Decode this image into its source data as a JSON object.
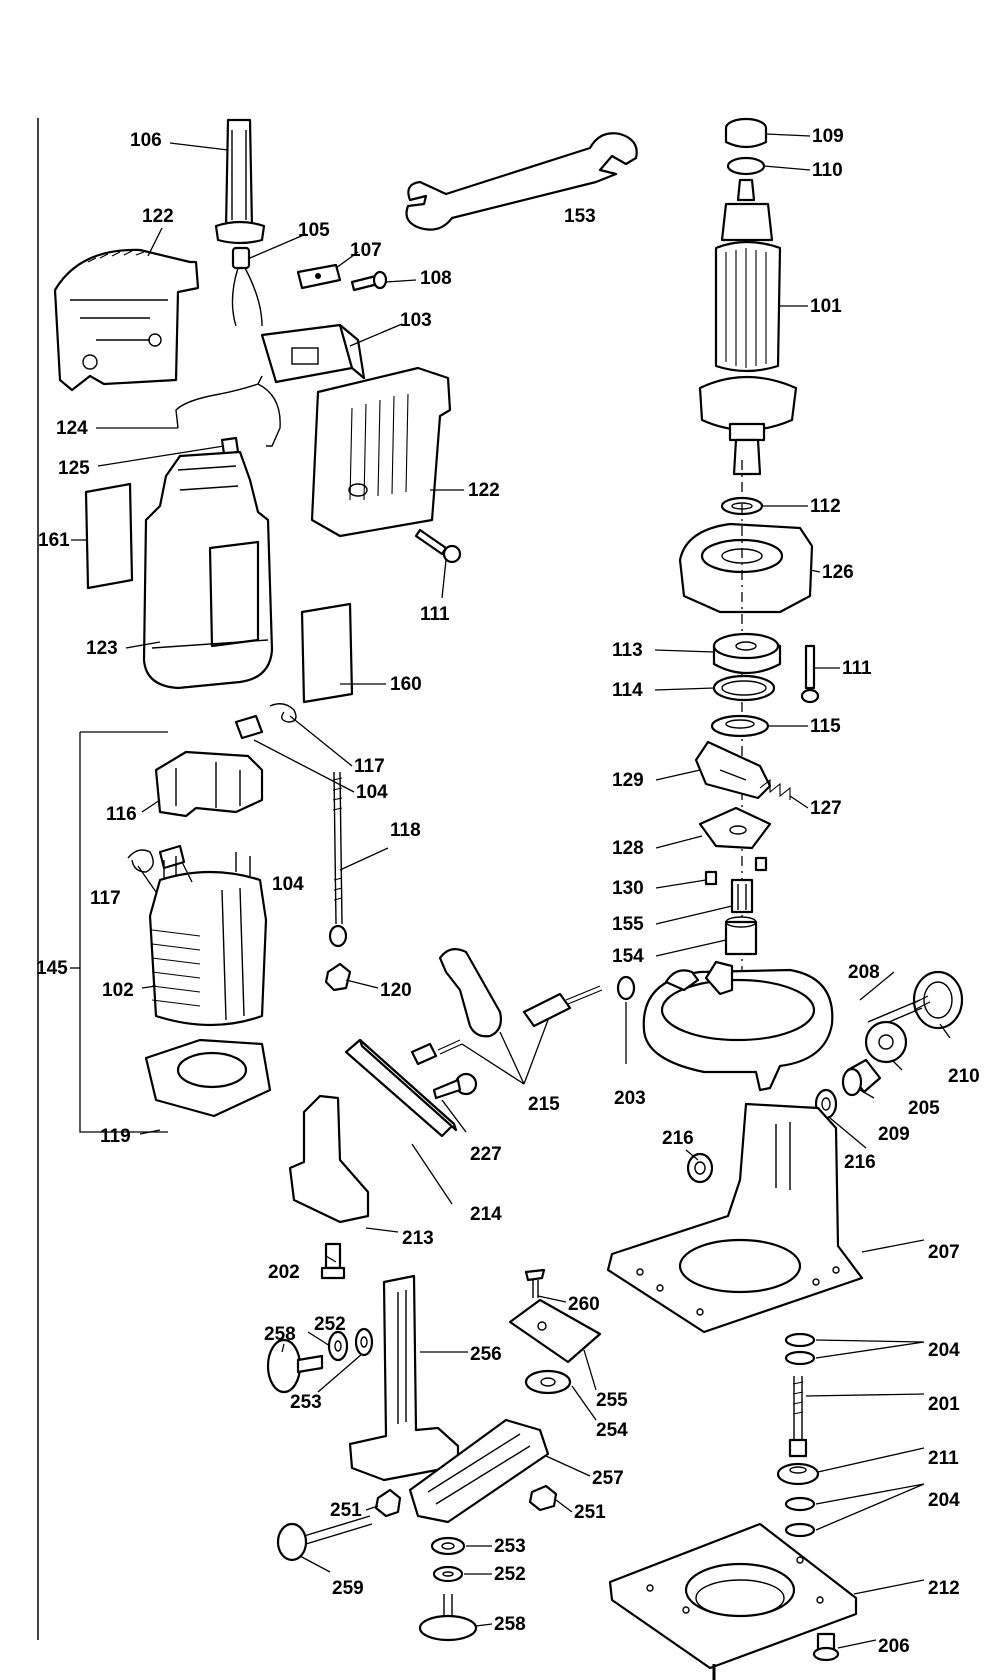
{
  "diagram": {
    "labels": {
      "p101": "101",
      "p102": "102",
      "p103": "103",
      "p104a": "104",
      "p104b": "104",
      "p105": "105",
      "p106": "106",
      "p107": "107",
      "p108": "108",
      "p109": "109",
      "p110": "110",
      "p111a": "111",
      "p111b": "111",
      "p112": "112",
      "p113": "113",
      "p114": "114",
      "p115": "115",
      "p116": "116",
      "p117a": "117",
      "p117b": "117",
      "p118": "118",
      "p119": "119",
      "p120": "120",
      "p122a": "122",
      "p122b": "122",
      "p123": "123",
      "p124": "124",
      "p125": "125",
      "p126": "126",
      "p127": "127",
      "p128": "128",
      "p129": "129",
      "p130": "130",
      "p145": "145",
      "p153": "153",
      "p154": "154",
      "p155": "155",
      "p160": "160",
      "p161": "161",
      "p201": "201",
      "p202": "202",
      "p203": "203",
      "p204a": "204",
      "p204b": "204",
      "p205": "205",
      "p206": "206",
      "p207": "207",
      "p208": "208",
      "p209": "209",
      "p210": "210",
      "p211": "211",
      "p212": "212",
      "p213": "213",
      "p214": "214",
      "p215": "215",
      "p216a": "216",
      "p216b": "216",
      "p227": "227",
      "p251a": "251",
      "p251b": "251",
      "p252a": "252",
      "p252b": "252",
      "p253a": "253",
      "p253b": "253",
      "p254": "254",
      "p255": "255",
      "p256": "256",
      "p257": "257",
      "p258a": "258",
      "p258b": "258",
      "p259": "259",
      "p260": "260"
    }
  }
}
